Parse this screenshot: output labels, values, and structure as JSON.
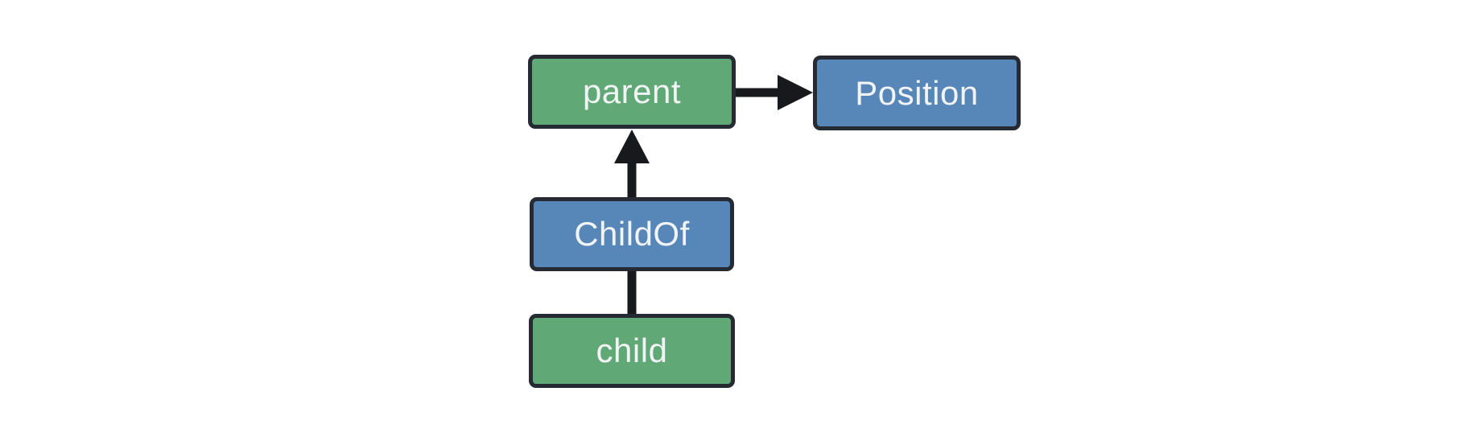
{
  "diagram": {
    "background": "#FFFFFF",
    "nodes": [
      {
        "id": "parent",
        "label": "parent",
        "fill": "#60A876"
      },
      {
        "id": "Position",
        "label": "Position",
        "fill": "#5787B8"
      },
      {
        "id": "ChildOf",
        "label": "ChildOf",
        "fill": "#5787B8"
      },
      {
        "id": "child",
        "label": "child",
        "fill": "#60A876"
      }
    ],
    "edges": [
      {
        "from": "parent",
        "to": "Position",
        "arrowhead": true,
        "direction": "right"
      },
      {
        "from": "ChildOf",
        "to": "parent",
        "arrowhead": true,
        "direction": "up"
      },
      {
        "from": "child",
        "to": "ChildOf",
        "arrowhead": false,
        "direction": "up"
      }
    ],
    "colors": {
      "node_green": "#60A876",
      "node_blue": "#5787B8",
      "node_border": "#262B33",
      "edge": "#17191C",
      "label": "#F1F3F5",
      "background": "#FFFFFF"
    }
  }
}
